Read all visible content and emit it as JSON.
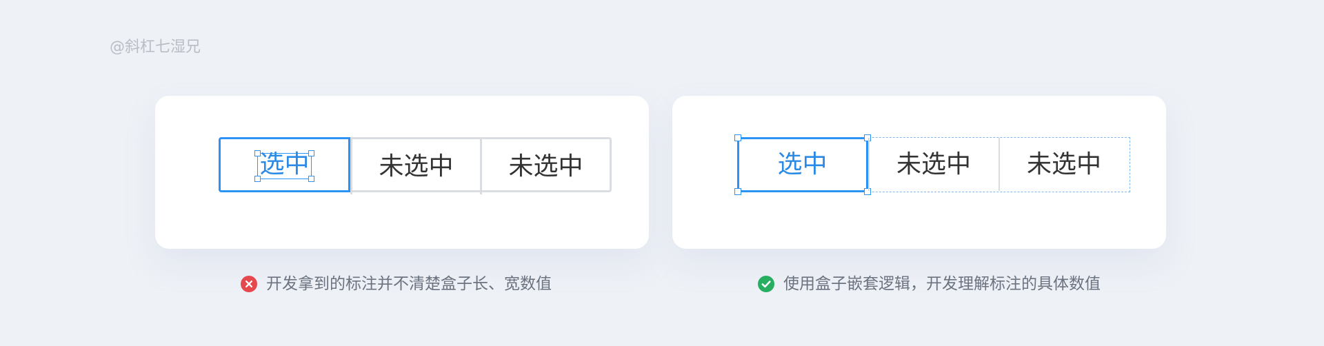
{
  "watermark": "@斜杠七湿兄",
  "bad_example": {
    "segments": [
      {
        "label": "选中",
        "selected": true
      },
      {
        "label": "未选中",
        "selected": false
      },
      {
        "label": "未选中",
        "selected": false
      }
    ],
    "caption": "开发拿到的标注并不清楚盒子长、宽数值",
    "icon": "error-icon",
    "icon_color": "#e5484d"
  },
  "good_example": {
    "segments": [
      {
        "label": "选中",
        "selected": true
      },
      {
        "label": "未选中",
        "selected": false
      },
      {
        "label": "未选中",
        "selected": false
      }
    ],
    "caption": "使用盒子嵌套逻辑，开发理解标注的具体数值",
    "icon": "success-icon",
    "icon_color": "#27ae60"
  },
  "colors": {
    "background": "#eef1f6",
    "card": "#ffffff",
    "accent": "#2b93f5",
    "border": "#d9dce1",
    "text": "#333333",
    "caption": "#6b7280"
  }
}
